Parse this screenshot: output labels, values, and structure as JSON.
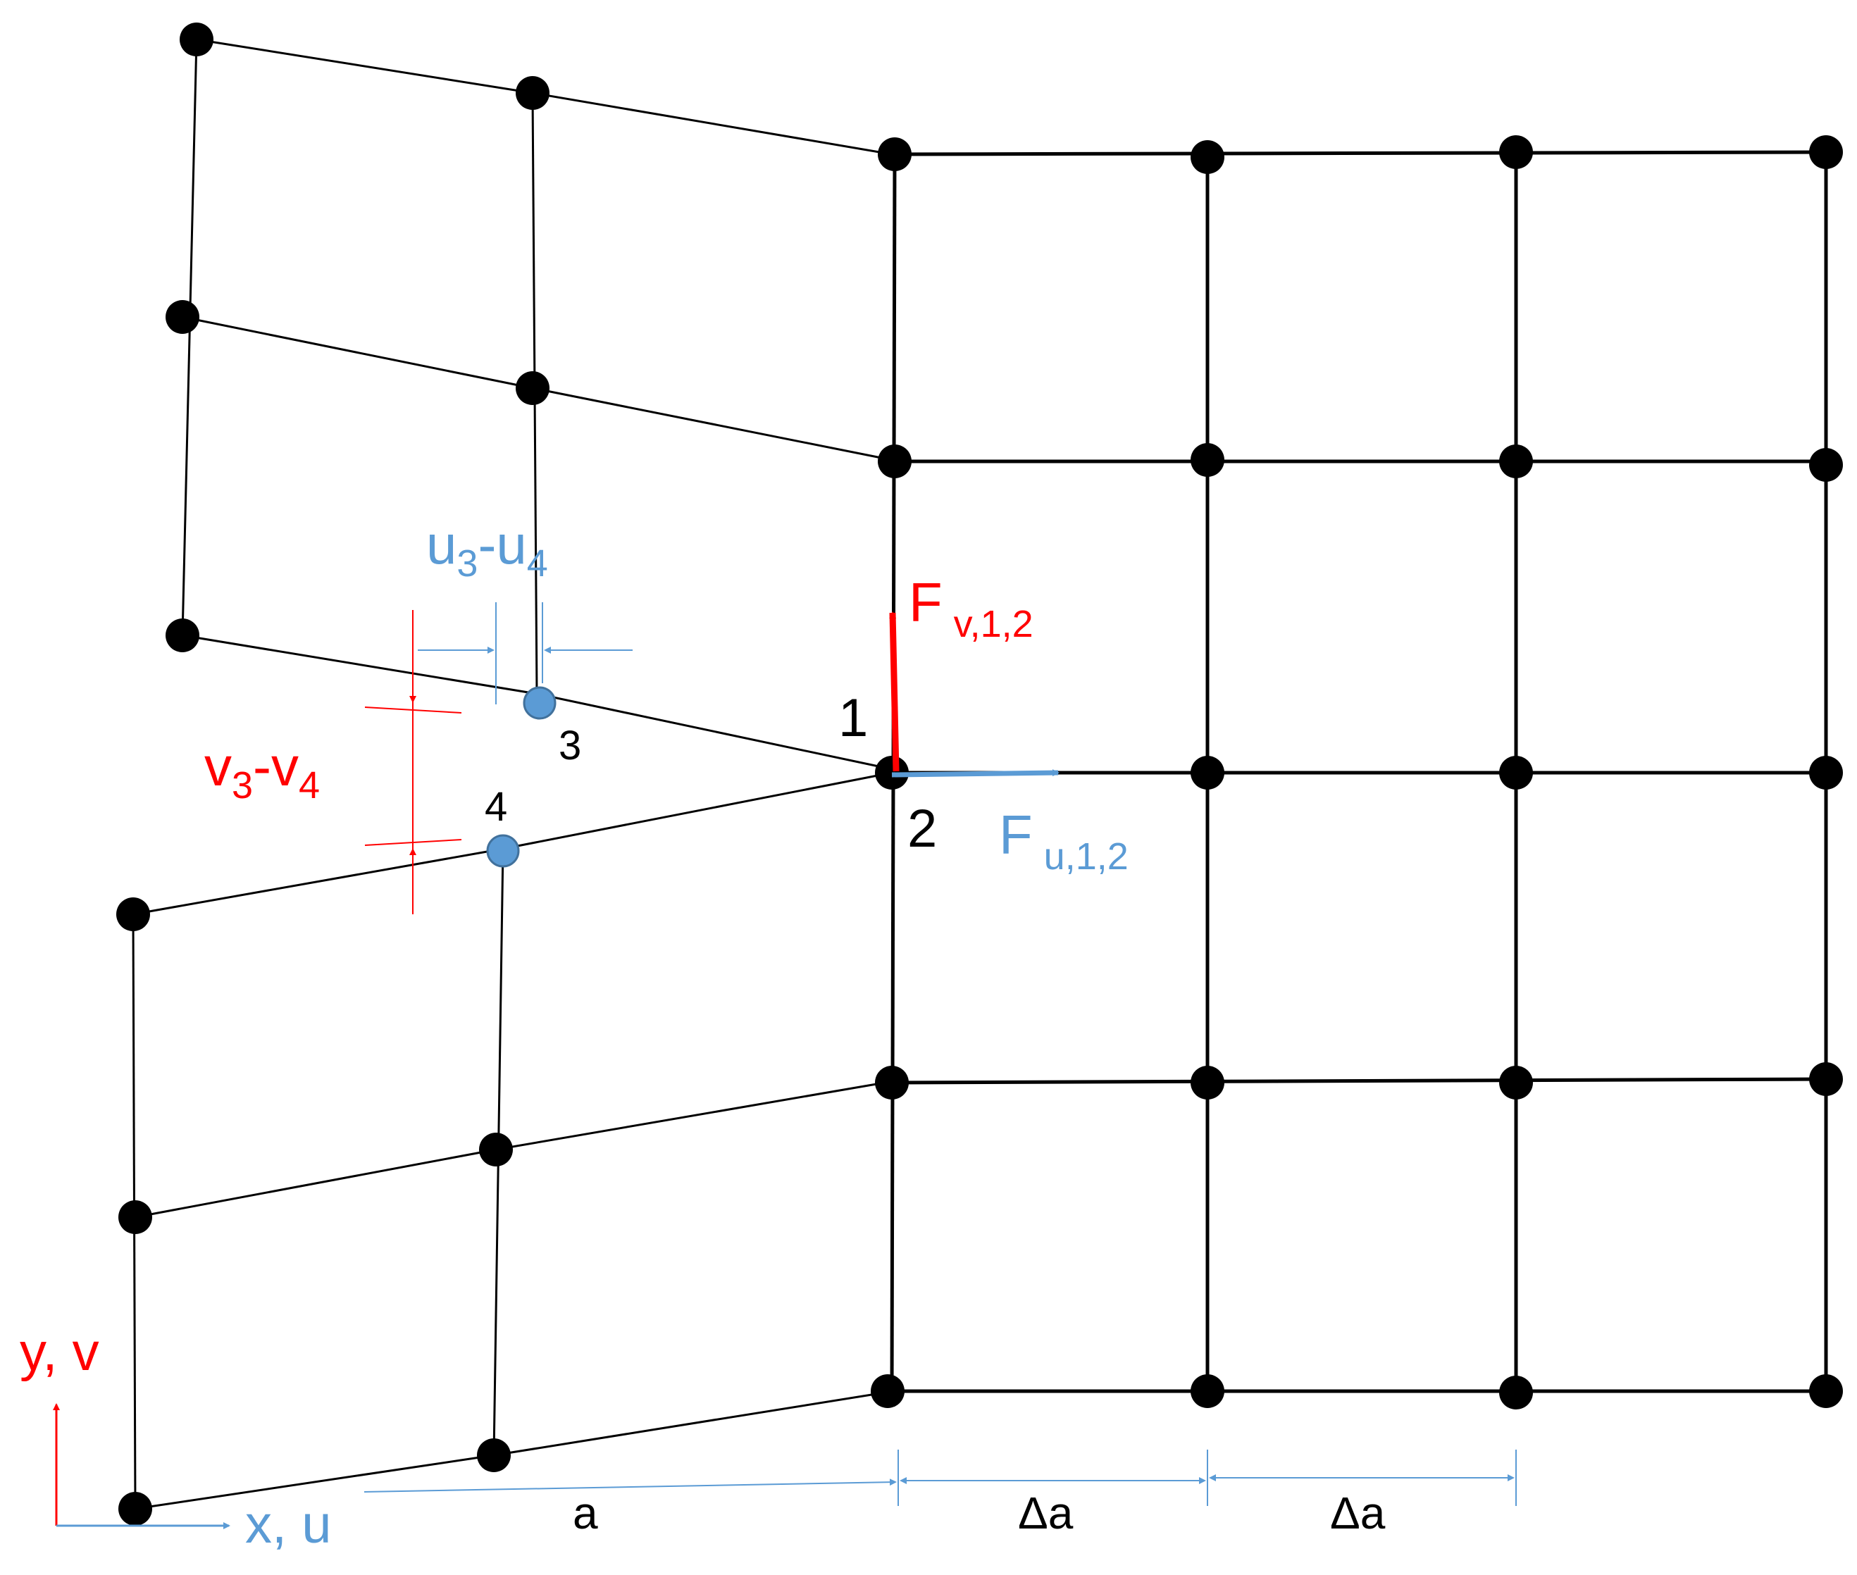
{
  "colors": {
    "mesh": "#000000",
    "node": "#000000",
    "highlight_node": "#5b9bd5",
    "red": "#ff0000",
    "blue": "#5b9bd5",
    "text": "#000000"
  },
  "nodes": {
    "n1": "1",
    "n2": "2",
    "n3": "3",
    "n4": "4"
  },
  "forces": {
    "fv": {
      "main": "F",
      "sub": "v,1,2"
    },
    "fu": {
      "main": "F",
      "sub": "u,1,2"
    }
  },
  "dims": {
    "u_diff": {
      "p1": "u",
      "s1": "3",
      "mid": "-u",
      "s2": "4"
    },
    "v_diff": {
      "p1": "v",
      "s1": "3",
      "mid": "-v",
      "s2": "4"
    },
    "a": "a",
    "da1": "Δa",
    "da2": "Δa"
  },
  "axes": {
    "y": "y, v",
    "x": "x, u"
  }
}
